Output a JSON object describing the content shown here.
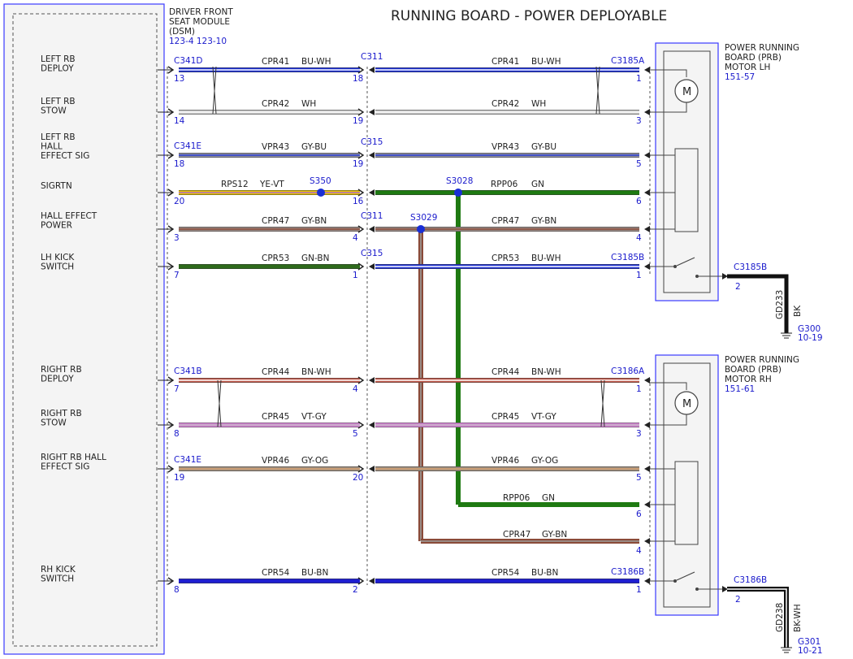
{
  "title": "RUNNING BOARD - POWER DEPLOYABLE",
  "dsm": {
    "name_lines": [
      "DRIVER FRONT",
      "SEAT MODULE",
      "(DSM)"
    ],
    "ref": "123-4  123-10"
  },
  "prb_lh": {
    "name_lines": [
      "POWER RUNNING",
      "BOARD (PRB)",
      "MOTOR LH"
    ],
    "ref": "151-57",
    "motor_symbol": "M"
  },
  "prb_rh": {
    "name_lines": [
      "POWER RUNNING",
      "BOARD (PRB)",
      "MOTOR RH"
    ],
    "ref": "151-61",
    "motor_symbol": "M"
  },
  "signals": [
    {
      "lines": [
        "LEFT RB",
        "DEPLOY"
      ]
    },
    {
      "lines": [
        "LEFT RB",
        "STOW"
      ]
    },
    {
      "lines": [
        "LEFT RB",
        "HALL",
        "EFFECT SIG"
      ]
    },
    {
      "lines": [
        "SIGRTN"
      ]
    },
    {
      "lines": [
        "HALL EFFECT",
        "POWER"
      ]
    },
    {
      "lines": [
        "LH KICK",
        "SWITCH"
      ]
    },
    {
      "lines": [
        "RIGHT RB",
        "DEPLOY"
      ]
    },
    {
      "lines": [
        "RIGHT RB",
        "STOW"
      ]
    },
    {
      "lines": [
        "RIGHT RB HALL",
        "EFFECT SIG"
      ]
    },
    {
      "lines": [
        "RH KICK",
        "SWITCH"
      ]
    }
  ],
  "wires": [
    {
      "left_conn": "C341D",
      "left_pin": "13",
      "mid_conn": "C311",
      "mid_pin": "18",
      "circuit": "CPR41",
      "color_code": "BU-WH",
      "right_circuit": "CPR41",
      "right_color_code": "BU-WH",
      "right_conn": "C3185A",
      "right_pin": "1",
      "colors": [
        "#1f32d4",
        "#ffffff"
      ]
    },
    {
      "left_conn": "",
      "left_pin": "14",
      "mid_conn": "",
      "mid_pin": "19",
      "circuit": "CPR42",
      "color_code": "WH",
      "right_circuit": "CPR42",
      "right_color_code": "WH",
      "right_conn": "",
      "right_pin": "3",
      "colors": [
        "#c8c8c8",
        "#ffffff"
      ]
    },
    {
      "left_conn": "C341E",
      "left_pin": "18",
      "mid_conn": "C315",
      "mid_pin": "19",
      "circuit": "VPR43",
      "color_code": "GY-BU",
      "right_circuit": "VPR43",
      "right_color_code": "GY-BU",
      "right_conn": "",
      "right_pin": "5",
      "colors": [
        "#8f8f9e",
        "#2a3fd6"
      ]
    },
    {
      "left_conn": "",
      "left_pin": "20",
      "mid_conn": "",
      "mid_pin": "16",
      "circuit": "RPS12",
      "color_code": "YE-VT",
      "right_circuit": "RPP06",
      "right_color_code": "GN",
      "right_conn": "",
      "right_pin": "6",
      "colors": [
        "#e8c400",
        "#b06cc8"
      ]
    },
    {
      "left_conn": "",
      "left_pin": "3",
      "mid_conn": "C311",
      "mid_pin": "4",
      "circuit": "CPR47",
      "color_code": "GY-BN",
      "right_circuit": "CPR47",
      "right_color_code": "GY-BN",
      "right_conn": "",
      "right_pin": "4",
      "colors": [
        "#9a8a84",
        "#8a4a38"
      ]
    },
    {
      "left_conn": "",
      "left_pin": "7",
      "mid_conn": "C315",
      "mid_pin": "1",
      "circuit": "CPR53",
      "color_code": "GN-BN",
      "right_circuit": "CPR53",
      "right_color_code": "BU-WH",
      "right_conn": "C3185B",
      "right_pin": "1",
      "colors": [
        "#2f6b1c",
        "#2f6b1c"
      ]
    },
    {
      "left_conn": "C341B",
      "left_pin": "7",
      "mid_conn": "",
      "mid_pin": "4",
      "circuit": "CPR44",
      "color_code": "BN-WH",
      "right_circuit": "CPR44",
      "right_color_code": "BN-WH",
      "right_conn": "C3186A",
      "right_pin": "1",
      "colors": [
        "#c0584a",
        "#ffffff"
      ]
    },
    {
      "left_conn": "",
      "left_pin": "8",
      "mid_conn": "",
      "mid_pin": "5",
      "circuit": "CPR45",
      "color_code": "VT-GY",
      "right_circuit": "CPR45",
      "right_color_code": "VT-GY",
      "right_conn": "",
      "right_pin": "3",
      "colors": [
        "#d88ad8",
        "#c0b0c0"
      ]
    },
    {
      "left_conn": "C341E",
      "left_pin": "19",
      "mid_conn": "",
      "mid_pin": "20",
      "circuit": "VPR46",
      "color_code": "GY-OG",
      "right_circuit": "VPR46",
      "right_color_code": "GY-OG",
      "right_conn": "",
      "right_pin": "5",
      "colors": [
        "#a09080",
        "#d6a070"
      ]
    },
    {
      "left_conn": "",
      "left_pin": "8",
      "mid_conn": "",
      "mid_pin": "2",
      "circuit": "CPR54",
      "color_code": "BU-BN",
      "right_circuit": "CPR54",
      "right_color_code": "BU-BN",
      "right_conn": "C3186B",
      "right_pin": "1",
      "colors": [
        "#1f1fd0",
        "#1f1fd0"
      ]
    }
  ],
  "extra_runs": [
    {
      "circuit": "RPP06",
      "color_code": "GN",
      "pin": "6"
    },
    {
      "circuit": "CPR47",
      "color_code": "GY-BN",
      "pin": "4"
    }
  ],
  "splices": [
    {
      "name": "S350"
    },
    {
      "name": "S3028"
    },
    {
      "name": "S3029"
    }
  ],
  "grounds": [
    {
      "conn": "C3185B",
      "pin": "2",
      "circuit": "GD233",
      "color_code": "BK",
      "name": "G300",
      "ref": "10-19"
    },
    {
      "conn": "C3186B",
      "pin": "2",
      "circuit": "GD238",
      "color_code": "BK-WH",
      "name": "G301",
      "ref": "10-21"
    }
  ],
  "colors": {
    "label_blue": "#1a1acc",
    "module_outline": "#3a3aff",
    "wire_green": "#1f7a12",
    "splice": "#1a2fd6"
  }
}
